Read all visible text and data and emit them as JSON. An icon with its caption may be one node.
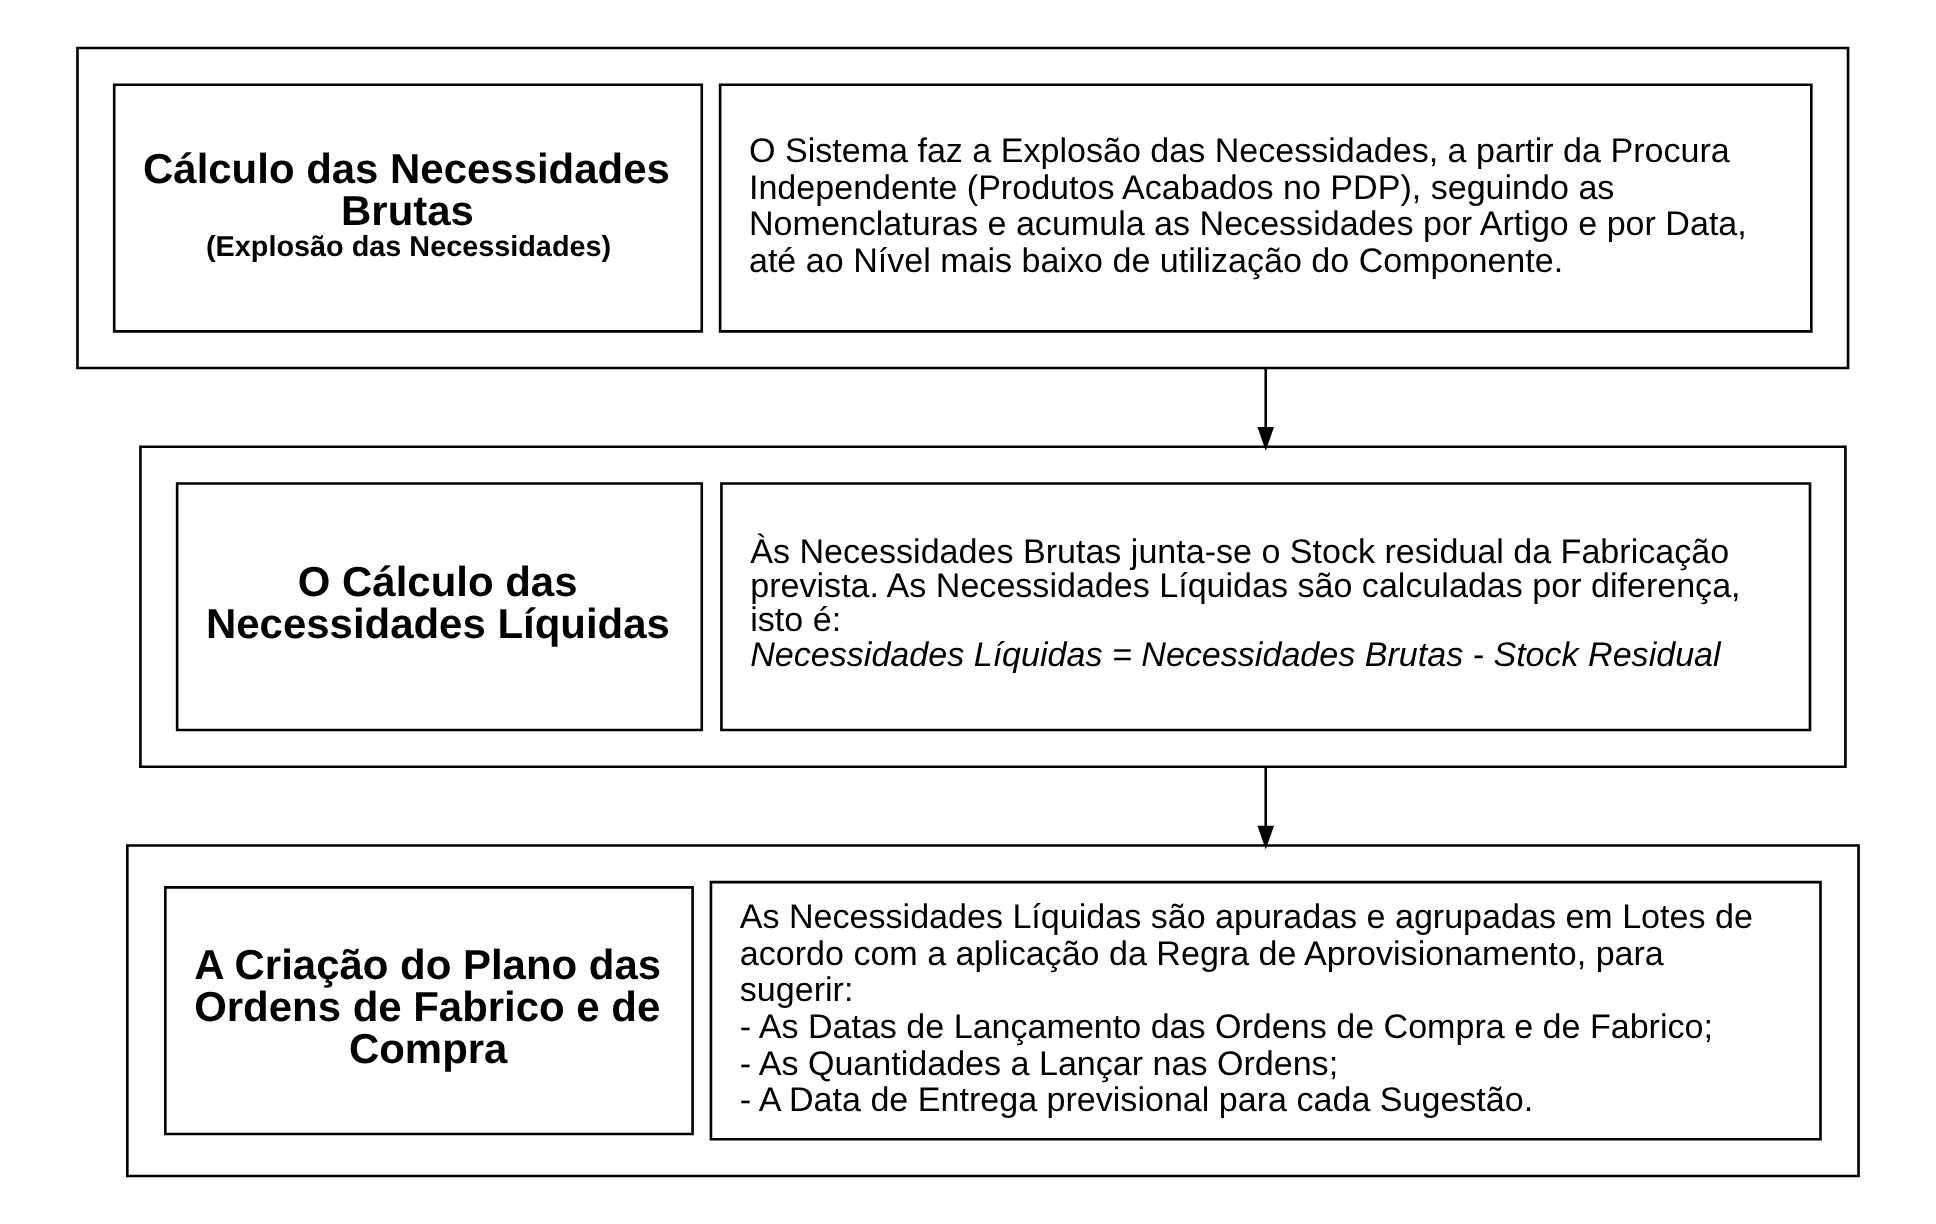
{
  "diagram": {
    "nodes": [
      {
        "text": [],
        "shape": "box"
      },
      {
        "text": [
          "Cálculo das Necessidades Brutas",
          "(Explosão das Necessidades)"
        ],
        "in": 0
      },
      {
        "text": [
          "O Sistema faz a Explosão das Necessidades, a partir da Procura Independente (Produtos Acabados no PDP), seguindo as Nomenclaturas e acumula as Necessidades por Artigo e por Data, até ao Nível mais baixo de utilização do Componente."
        ],
        "in": 0
      },
      {
        "text": [],
        "shape": "box"
      },
      {
        "text": [
          "O Cálculo das Necessidades Líquidas"
        ],
        "in": 3
      },
      {
        "text": [
          "Às Necessidades Brutas junta-se o Stock residual da Fabricação prevista. As Necessidades Líquidas são calculadas por diferença, isto é:",
          "Necessidades Líquidas = Necessidades Brutas - Stock Residual"
        ],
        "in": 3
      },
      {
        "text": [],
        "shape": "box"
      },
      {
        "text": [
          "A Criação do Plano das Ordens de Fabrico e de Compra"
        ],
        "in": 6
      },
      {
        "text": [
          "As Necessidades Líquidas são apuradas e agrupadas em Lotes de acordo com a aplicação da Regra de Aprovisionamento, para sugerir:",
          "- As Datas de Lançamento das Ordens de Compra e de Fabrico;",
          "- As Quantidades a Lançar nas Ordens;",
          "- A Data de Entrega previsional para cada Sugestão."
        ],
        "in": 6
      }
    ],
    "edges": [
      {
        "from": 0,
        "to": 3,
        "arrow": "to"
      },
      {
        "from": 3,
        "to": 6,
        "arrow": "to"
      }
    ]
  }
}
